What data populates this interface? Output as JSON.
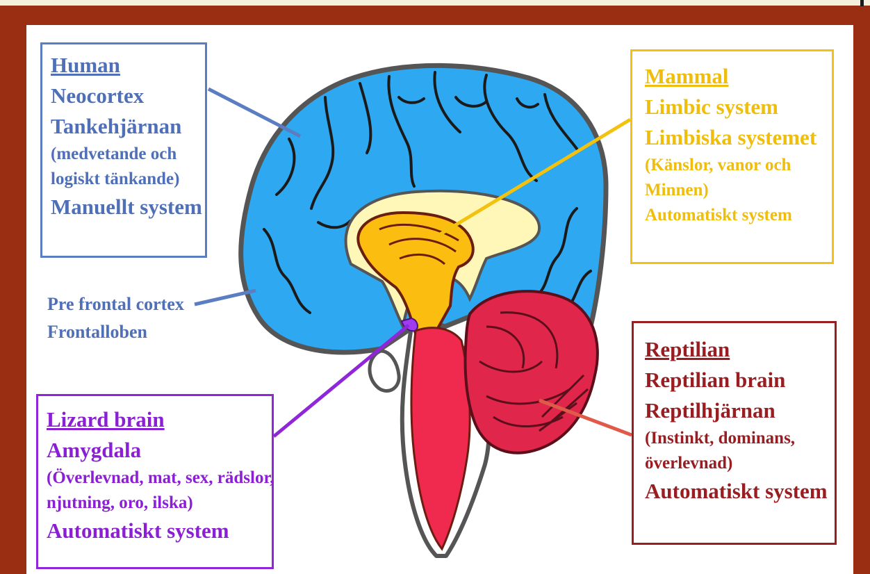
{
  "colors": {
    "frame": "#9a2e12",
    "cortex": "#2ea8f0",
    "limbic": "#fbbd10",
    "limbic_light": "#fff7b8",
    "brainstem": "#f0294f",
    "cerebellum": "#e0264a",
    "amygdala": "#a03cf0",
    "human_text": "#4f6fb7",
    "mammal_text": "#efbd0c",
    "reptile_text": "#9a1d21",
    "lizard_text": "#8a1fd3"
  },
  "human": {
    "title": "Human",
    "line1": "Neocortex",
    "line2": "Tankehjärnan",
    "line3": "(medvetande och",
    "line4": "logiskt tänkande)",
    "line5": "Manuellt system"
  },
  "prefrontal": {
    "line1": "Pre frontal cortex",
    "line2": "Frontalloben"
  },
  "mammal": {
    "title": "Mammal",
    "line1": "Limbic system",
    "line2": "Limbiska systemet",
    "line3": "(Känslor, vanor och",
    "line4": "Minnen)",
    "line5": "Automatiskt system"
  },
  "reptilian": {
    "title": "Reptilian",
    "line1": "Reptilian brain",
    "line2": "Reptilhjärnan",
    "line3": "(Instinkt, dominans,",
    "line4": "överlevnad)",
    "line5": "Automatiskt system"
  },
  "lizard": {
    "title": "Lizard brain",
    "line1": "Amygdala",
    "line2": "(Överlevnad,  mat, sex, rädslor,",
    "line3": "njutning, oro, ilska)",
    "line4": "Automatiskt system"
  }
}
